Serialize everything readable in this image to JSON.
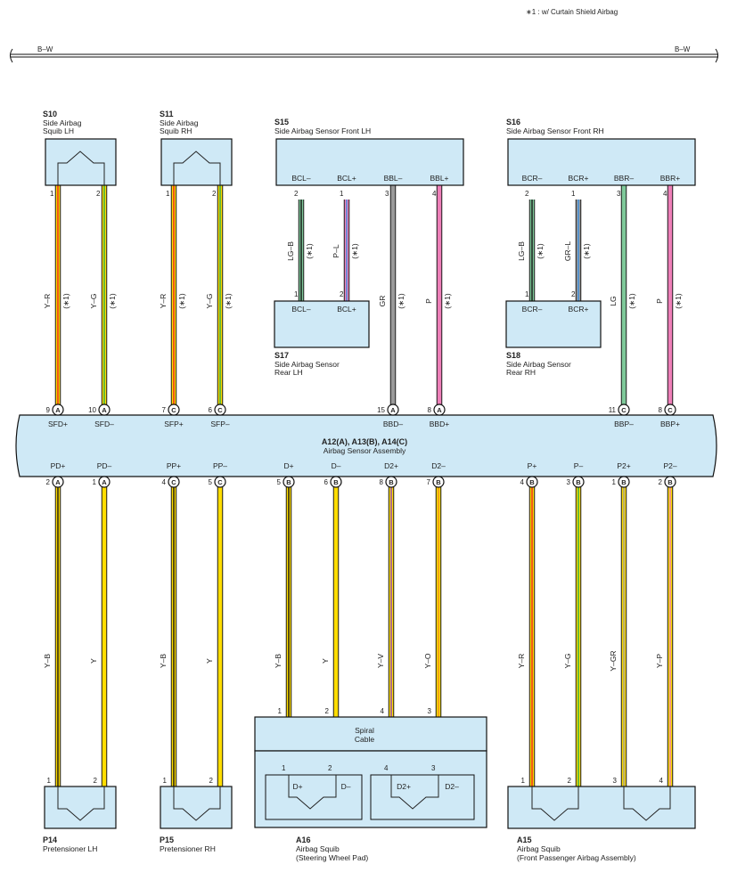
{
  "note": "∗1 : w/ Curtain Shield Airbag",
  "bus": {
    "left_label": "B–W",
    "right_label": "B–W"
  },
  "colors": {
    "box_fill": "#cfe9f6",
    "box_stroke": "#111111"
  },
  "components": {
    "s10": {
      "code": "S10",
      "name1": "Side Airbag",
      "name2": "Squib LH"
    },
    "s11": {
      "code": "S11",
      "name1": "Side Airbag",
      "name2": "Squib RH"
    },
    "s15": {
      "code": "S15",
      "name1": "Side Airbag Sensor Front LH",
      "pins": [
        "BCL–",
        "BCL+",
        "BBL–",
        "BBL+"
      ],
      "nums": [
        "2",
        "1",
        "3",
        "4"
      ]
    },
    "s16": {
      "code": "S16",
      "name1": "Side Airbag Sensor Front RH",
      "pins": [
        "BCR–",
        "BCR+",
        "BBR–",
        "BBR+"
      ],
      "nums": [
        "2",
        "1",
        "3",
        "4"
      ]
    },
    "s17": {
      "code": "S17",
      "name1": "Side Airbag Sensor",
      "name2": "Rear LH",
      "pins": [
        "BCL–",
        "BCL+"
      ],
      "nums": [
        "1",
        "2"
      ]
    },
    "s18": {
      "code": "S18",
      "name1": "Side Airbag Sensor",
      "name2": "Rear RH",
      "pins": [
        "BCR–",
        "BCR+"
      ],
      "nums": [
        "1",
        "2"
      ]
    },
    "asm": {
      "code": "A12(A), A13(B), A14(C)",
      "name1": "Airbag Sensor Assembly"
    },
    "p14": {
      "code": "P14",
      "name1": "Pretensioner LH"
    },
    "p15": {
      "code": "P15",
      "name1": "Pretensioner RH"
    },
    "a16": {
      "code": "A16",
      "name1": "Airbag Squib",
      "name2": "(Steering Wheel Pad)",
      "pins": [
        "D+",
        "D–",
        "D2+",
        "D2–"
      ],
      "nums": [
        "1",
        "2",
        "4",
        "3"
      ]
    },
    "a15": {
      "code": "A15",
      "name1": "Airbag Squib",
      "name2": "(Front Passenger Airbag Assembly)"
    },
    "spiral": {
      "line1": "Spiral",
      "line2": "Cable"
    }
  },
  "asm_top_pins": [
    {
      "num": "9",
      "conn": "A",
      "label": "SFD+"
    },
    {
      "num": "10",
      "conn": "A",
      "label": "SFD–"
    },
    {
      "num": "7",
      "conn": "C",
      "label": "SFP+"
    },
    {
      "num": "6",
      "conn": "C",
      "label": "SFP–"
    },
    {
      "num": "15",
      "conn": "A",
      "label": "BBD–"
    },
    {
      "num": "8",
      "conn": "A",
      "label": "BBD+"
    },
    {
      "num": "11",
      "conn": "C",
      "label": "BBP–"
    },
    {
      "num": "8",
      "conn": "C",
      "label": "BBP+"
    }
  ],
  "asm_bottom_pins": [
    {
      "num": "2",
      "conn": "A",
      "label": "PD+"
    },
    {
      "num": "1",
      "conn": "A",
      "label": "PD–"
    },
    {
      "num": "4",
      "conn": "C",
      "label": "PP+"
    },
    {
      "num": "5",
      "conn": "C",
      "label": "PP–"
    },
    {
      "num": "5",
      "conn": "B",
      "label": "D+"
    },
    {
      "num": "6",
      "conn": "B",
      "label": "D–"
    },
    {
      "num": "8",
      "conn": "B",
      "label": "D2+"
    },
    {
      "num": "7",
      "conn": "B",
      "label": "D2–"
    },
    {
      "num": "4",
      "conn": "B",
      "label": "P+"
    },
    {
      "num": "3",
      "conn": "B",
      "label": "P–"
    },
    {
      "num": "1",
      "conn": "B",
      "label": "P2+"
    },
    {
      "num": "2",
      "conn": "B",
      "label": "P2–"
    }
  ],
  "top_wires": [
    {
      "code": "Y–R",
      "note": "(∗1)",
      "top_pin": "1",
      "base": "#ffdd00",
      "stripe": "#e82020"
    },
    {
      "code": "Y–G",
      "note": "(∗1)",
      "top_pin": "2",
      "base": "#ffdd00",
      "stripe": "#2aa84a"
    },
    {
      "code": "Y–R",
      "note": "(∗1)",
      "top_pin": "1",
      "base": "#ffdd00",
      "stripe": "#e82020"
    },
    {
      "code": "Y–G",
      "note": "(∗1)",
      "top_pin": "2",
      "base": "#ffdd00",
      "stripe": "#2aa84a"
    },
    {
      "code": "GR",
      "note": "(∗1)",
      "top_pin": "3",
      "base": "#9a9a9a",
      "stripe": ""
    },
    {
      "code": "P",
      "note": "(∗1)",
      "top_pin": "4",
      "base": "#ee7fb8",
      "stripe": ""
    },
    {
      "code": "LG",
      "note": "(∗1)",
      "top_pin": "3",
      "base": "#7fc99a",
      "stripe": ""
    },
    {
      "code": "P",
      "note": "(∗1)",
      "top_pin": "4",
      "base": "#ee7fb8",
      "stripe": ""
    }
  ],
  "sensor_wires": [
    {
      "code": "LG–B",
      "note": "(∗1)",
      "base": "#7fc99a",
      "stripe": "#111111"
    },
    {
      "code": "P–L",
      "note": "(∗1)",
      "base": "#ee7fb8",
      "stripe": "#3a8fe0"
    },
    {
      "code": "LG–B",
      "note": "(∗1)",
      "base": "#7fc99a",
      "stripe": "#111111"
    },
    {
      "code": "GR–L",
      "note": "(∗1)",
      "base": "#9a9a9a",
      "stripe": "#3a8fe0"
    }
  ],
  "bottom_wires": [
    {
      "code": "Y–B",
      "end_pin": "1",
      "base": "#ffdd00",
      "stripe": "#111111"
    },
    {
      "code": "Y",
      "end_pin": "2",
      "base": "#ffdd00",
      "stripe": ""
    },
    {
      "code": "Y–B",
      "end_pin": "1",
      "base": "#ffdd00",
      "stripe": "#111111"
    },
    {
      "code": "Y",
      "end_pin": "2",
      "base": "#ffdd00",
      "stripe": ""
    },
    {
      "code": "Y–B",
      "end_pin": "1",
      "base": "#ffdd00",
      "stripe": "#111111"
    },
    {
      "code": "Y",
      "end_pin": "2",
      "base": "#ffdd00",
      "stripe": ""
    },
    {
      "code": "Y–V",
      "end_pin": "4",
      "base": "#ffdd00",
      "stripe": "#8a3ec8"
    },
    {
      "code": "Y–O",
      "end_pin": "3",
      "base": "#ffdd00",
      "stripe": "#f08a1c"
    },
    {
      "code": "Y–R",
      "end_pin": "1",
      "base": "#ffdd00",
      "stripe": "#e82020"
    },
    {
      "code": "Y–G",
      "end_pin": "2",
      "base": "#ffdd00",
      "stripe": "#2aa84a"
    },
    {
      "code": "Y–GR",
      "end_pin": "3",
      "base": "#ffdd00",
      "stripe": "#9a9a9a"
    },
    {
      "code": "Y–P",
      "end_pin": "4",
      "base": "#ffdd00",
      "stripe": "#ee7fb8"
    }
  ],
  "top_pin_squib": [
    "1",
    "2",
    "1",
    "2"
  ],
  "end_pins_a16": [
    "1",
    "2",
    "4",
    "3"
  ],
  "end_pins_a15": [
    "1",
    "2",
    "3",
    "4"
  ]
}
